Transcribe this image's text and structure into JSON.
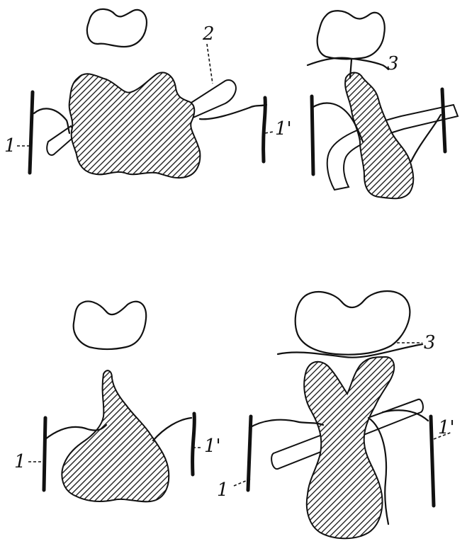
{
  "panels": [
    {
      "id": "top-left",
      "labels": {
        "a": "1",
        "b": "1'",
        "c": "2"
      }
    },
    {
      "id": "top-right",
      "labels": {
        "c": "3"
      }
    },
    {
      "id": "bottom-left",
      "labels": {
        "a": "1",
        "b": "1'"
      }
    },
    {
      "id": "bottom-right",
      "labels": {
        "a": "1",
        "b": "1'",
        "c": "3"
      }
    }
  ],
  "colors": {
    "ink": "#111111",
    "paper": "#ffffff"
  }
}
